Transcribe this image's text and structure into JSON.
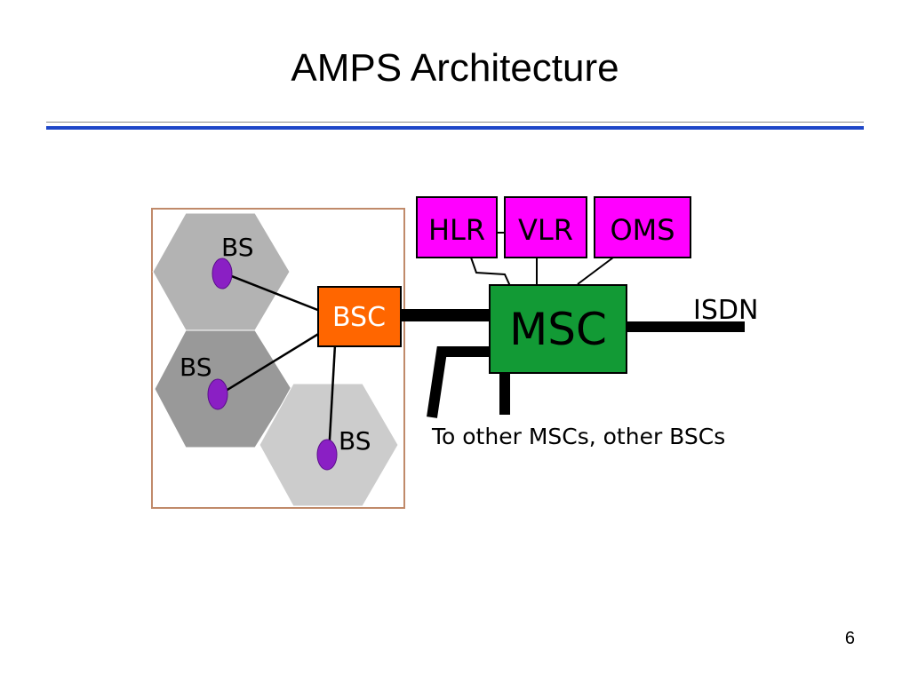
{
  "slide": {
    "title": "AMPS Architecture",
    "page_number": "6"
  },
  "diagram": {
    "nodes": {
      "bs_top": "BS",
      "bs_middle": "BS",
      "bs_bottom": "BS",
      "bsc": "BSC",
      "msc": "MSC",
      "hlr": "HLR",
      "vlr": "VLR",
      "oms": "OMS"
    },
    "isdn_label": "ISDN",
    "other_label": "To other MSCs, other BSCs",
    "colors": {
      "hex_top": "#b3b3b3",
      "hex_middle": "#999999",
      "hex_bottom": "#cccccc",
      "bs_dot": "#8a1fc4",
      "bsc_fill": "#ff6600",
      "msc_fill": "#129a35",
      "db_fill": "#ff00ff",
      "frame_border": "#c08a6a",
      "title_rule": "#1f47c8"
    }
  }
}
